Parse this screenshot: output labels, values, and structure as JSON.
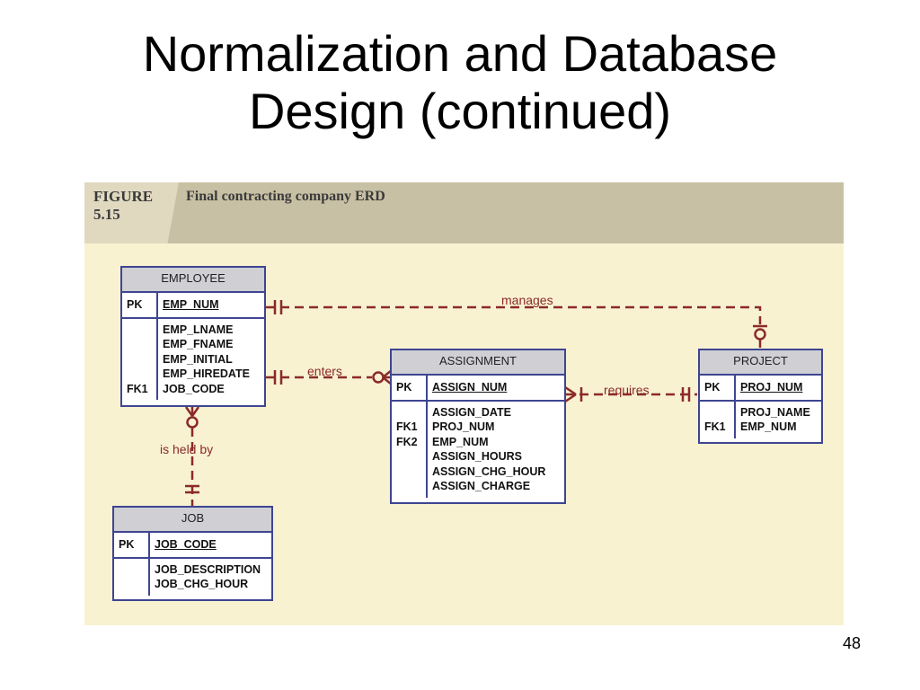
{
  "slide": {
    "title_line1": "Normalization and Database",
    "title_line2": "Design (continued)",
    "page_number": "48"
  },
  "figure": {
    "label_line1": "FIGURE",
    "label_line2": "5.15",
    "caption": "Final contracting company ERD"
  },
  "entities": {
    "employee": {
      "name": "EMPLOYEE",
      "pk_key": "PK",
      "pk_attr": "EMP_NUM",
      "keys": [
        "",
        "",
        "",
        "",
        "FK1"
      ],
      "attrs": [
        "EMP_LNAME",
        "EMP_FNAME",
        "EMP_INITIAL",
        "EMP_HIREDATE",
        "JOB_CODE"
      ]
    },
    "assignment": {
      "name": "ASSIGNMENT",
      "pk_key": "PK",
      "pk_attr": "ASSIGN_NUM",
      "keys": [
        "",
        "FK1",
        "FK2",
        "",
        "",
        ""
      ],
      "attrs": [
        "ASSIGN_DATE",
        "PROJ_NUM",
        "EMP_NUM",
        "ASSIGN_HOURS",
        "ASSIGN_CHG_HOUR",
        "ASSIGN_CHARGE"
      ]
    },
    "project": {
      "name": "PROJECT",
      "pk_key": "PK",
      "pk_attr": "PROJ_NUM",
      "keys": [
        "",
        "FK1"
      ],
      "attrs": [
        "PROJ_NAME",
        "EMP_NUM"
      ]
    },
    "job": {
      "name": "JOB",
      "pk_key": "PK",
      "pk_attr": "JOB_CODE",
      "keys": [
        "",
        ""
      ],
      "attrs": [
        "JOB_DESCRIPTION",
        "JOB_CHG_HOUR"
      ]
    }
  },
  "relationships": {
    "manages": "manages",
    "enters": "enters",
    "requires": "requires",
    "is_held_by": "is held by"
  },
  "colors": {
    "entity_border": "#3e4591",
    "relationship_line": "#8b2a2a",
    "figure_background": "#f8f2d0"
  }
}
